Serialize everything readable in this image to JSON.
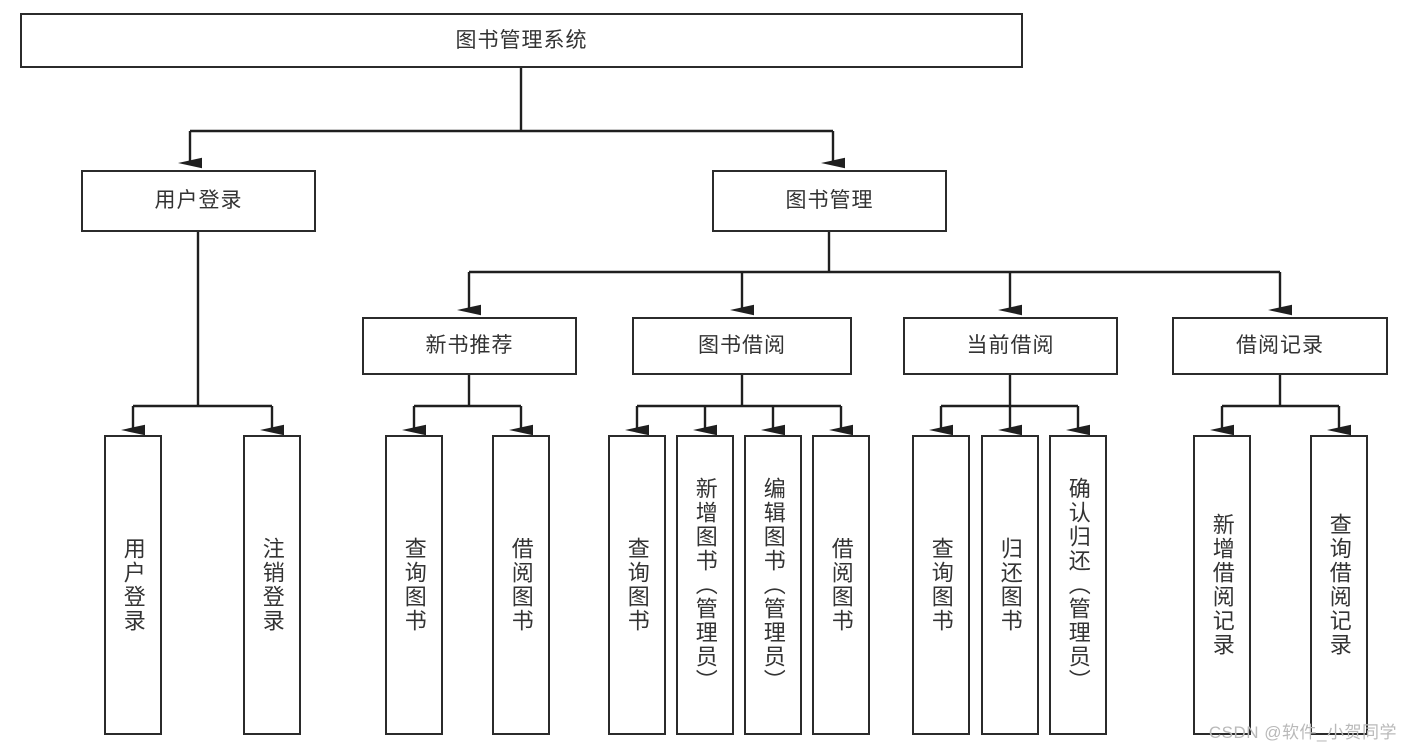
{
  "diagram": {
    "type": "hierarchy-tree",
    "title": "图书管理系统",
    "orientation": "top-down",
    "colors": {
      "box_border": "#2b2b2b",
      "box_fill": "#ffffff",
      "text": "#333333",
      "connector": "#1f1f1f",
      "watermark": "#b9b9b9"
    }
  },
  "nodes": {
    "root": {
      "label": "图书管理系统",
      "level": 1
    },
    "level2": [
      {
        "id": "user-login",
        "label": "用户登录"
      },
      {
        "id": "book-manage",
        "label": "图书管理"
      }
    ],
    "level3": [
      {
        "id": "new-book-recommend",
        "label": "新书推荐"
      },
      {
        "id": "book-borrow",
        "label": "图书借阅"
      },
      {
        "id": "current-borrow",
        "label": "当前借阅"
      },
      {
        "id": "borrow-record",
        "label": "借阅记录"
      }
    ],
    "leaves": {
      "user-login": [
        {
          "id": "leaf-user-login",
          "label": "用户登录"
        },
        {
          "id": "leaf-logout-login",
          "label": "注销登录"
        }
      ],
      "new-book-recommend": [
        {
          "id": "leaf-query-book-1",
          "label": "查询图书"
        },
        {
          "id": "leaf-borrow-book-1",
          "label": "借阅图书"
        }
      ],
      "book-borrow": [
        {
          "id": "leaf-query-book-2",
          "label": "查询图书"
        },
        {
          "id": "leaf-add-book",
          "label": "新增图书（管理员）"
        },
        {
          "id": "leaf-edit-book",
          "label": "编辑图书（管理员）"
        },
        {
          "id": "leaf-borrow-book-2",
          "label": "借阅图书"
        }
      ],
      "current-borrow": [
        {
          "id": "leaf-query-book-3",
          "label": "查询图书"
        },
        {
          "id": "leaf-return-book",
          "label": "归还图书"
        },
        {
          "id": "leaf-confirm-return",
          "label": "确认归还（管理员）"
        }
      ],
      "borrow-record": [
        {
          "id": "leaf-add-record",
          "label": "新增借阅记录"
        },
        {
          "id": "leaf-query-record",
          "label": "查询借阅记录"
        }
      ]
    }
  },
  "watermark": {
    "text": "CSDN @软件_小贺同学"
  }
}
